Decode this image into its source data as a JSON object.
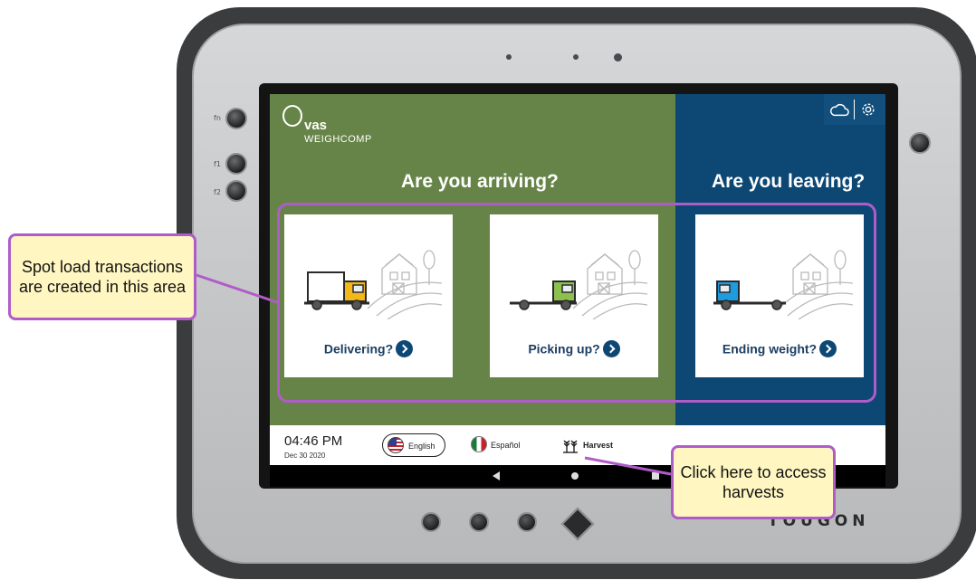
{
  "logo": {
    "name": "vas",
    "subtitle": "WEIGHCOMP"
  },
  "headings": {
    "arriving": "Are you arriving?",
    "leaving": "Are you leaving?"
  },
  "cards": [
    {
      "label": "Delivering?",
      "truck_color": "#f2b818"
    },
    {
      "label": "Picking up?",
      "truck_color": "#8dc04d"
    },
    {
      "label": "Ending weight?",
      "truck_color": "#1e9ce0"
    }
  ],
  "top_icons": [
    "cloud-icon",
    "gear-icon"
  ],
  "footer": {
    "time": "04:46 PM",
    "date": "Dec 30 2020",
    "languages": [
      {
        "label": "English",
        "selected": true,
        "flag": "us-flag-icon"
      },
      {
        "label": "Español",
        "selected": false,
        "flag": "mexico-flag-icon"
      }
    ],
    "harvest_label": "Harvest"
  },
  "hardware": {
    "left_labels": [
      "fn",
      "f1",
      "f2"
    ],
    "brand": "TOUGON"
  },
  "annotations": {
    "left_callout": "Spot load transactions are created in this area",
    "right_callout": "Click here to access harvests"
  },
  "colors": {
    "arriving_panel": "#678448",
    "leaving_panel": "#0d4874",
    "accent": "#b05cc8",
    "callout_bg": "#fff6c2"
  }
}
